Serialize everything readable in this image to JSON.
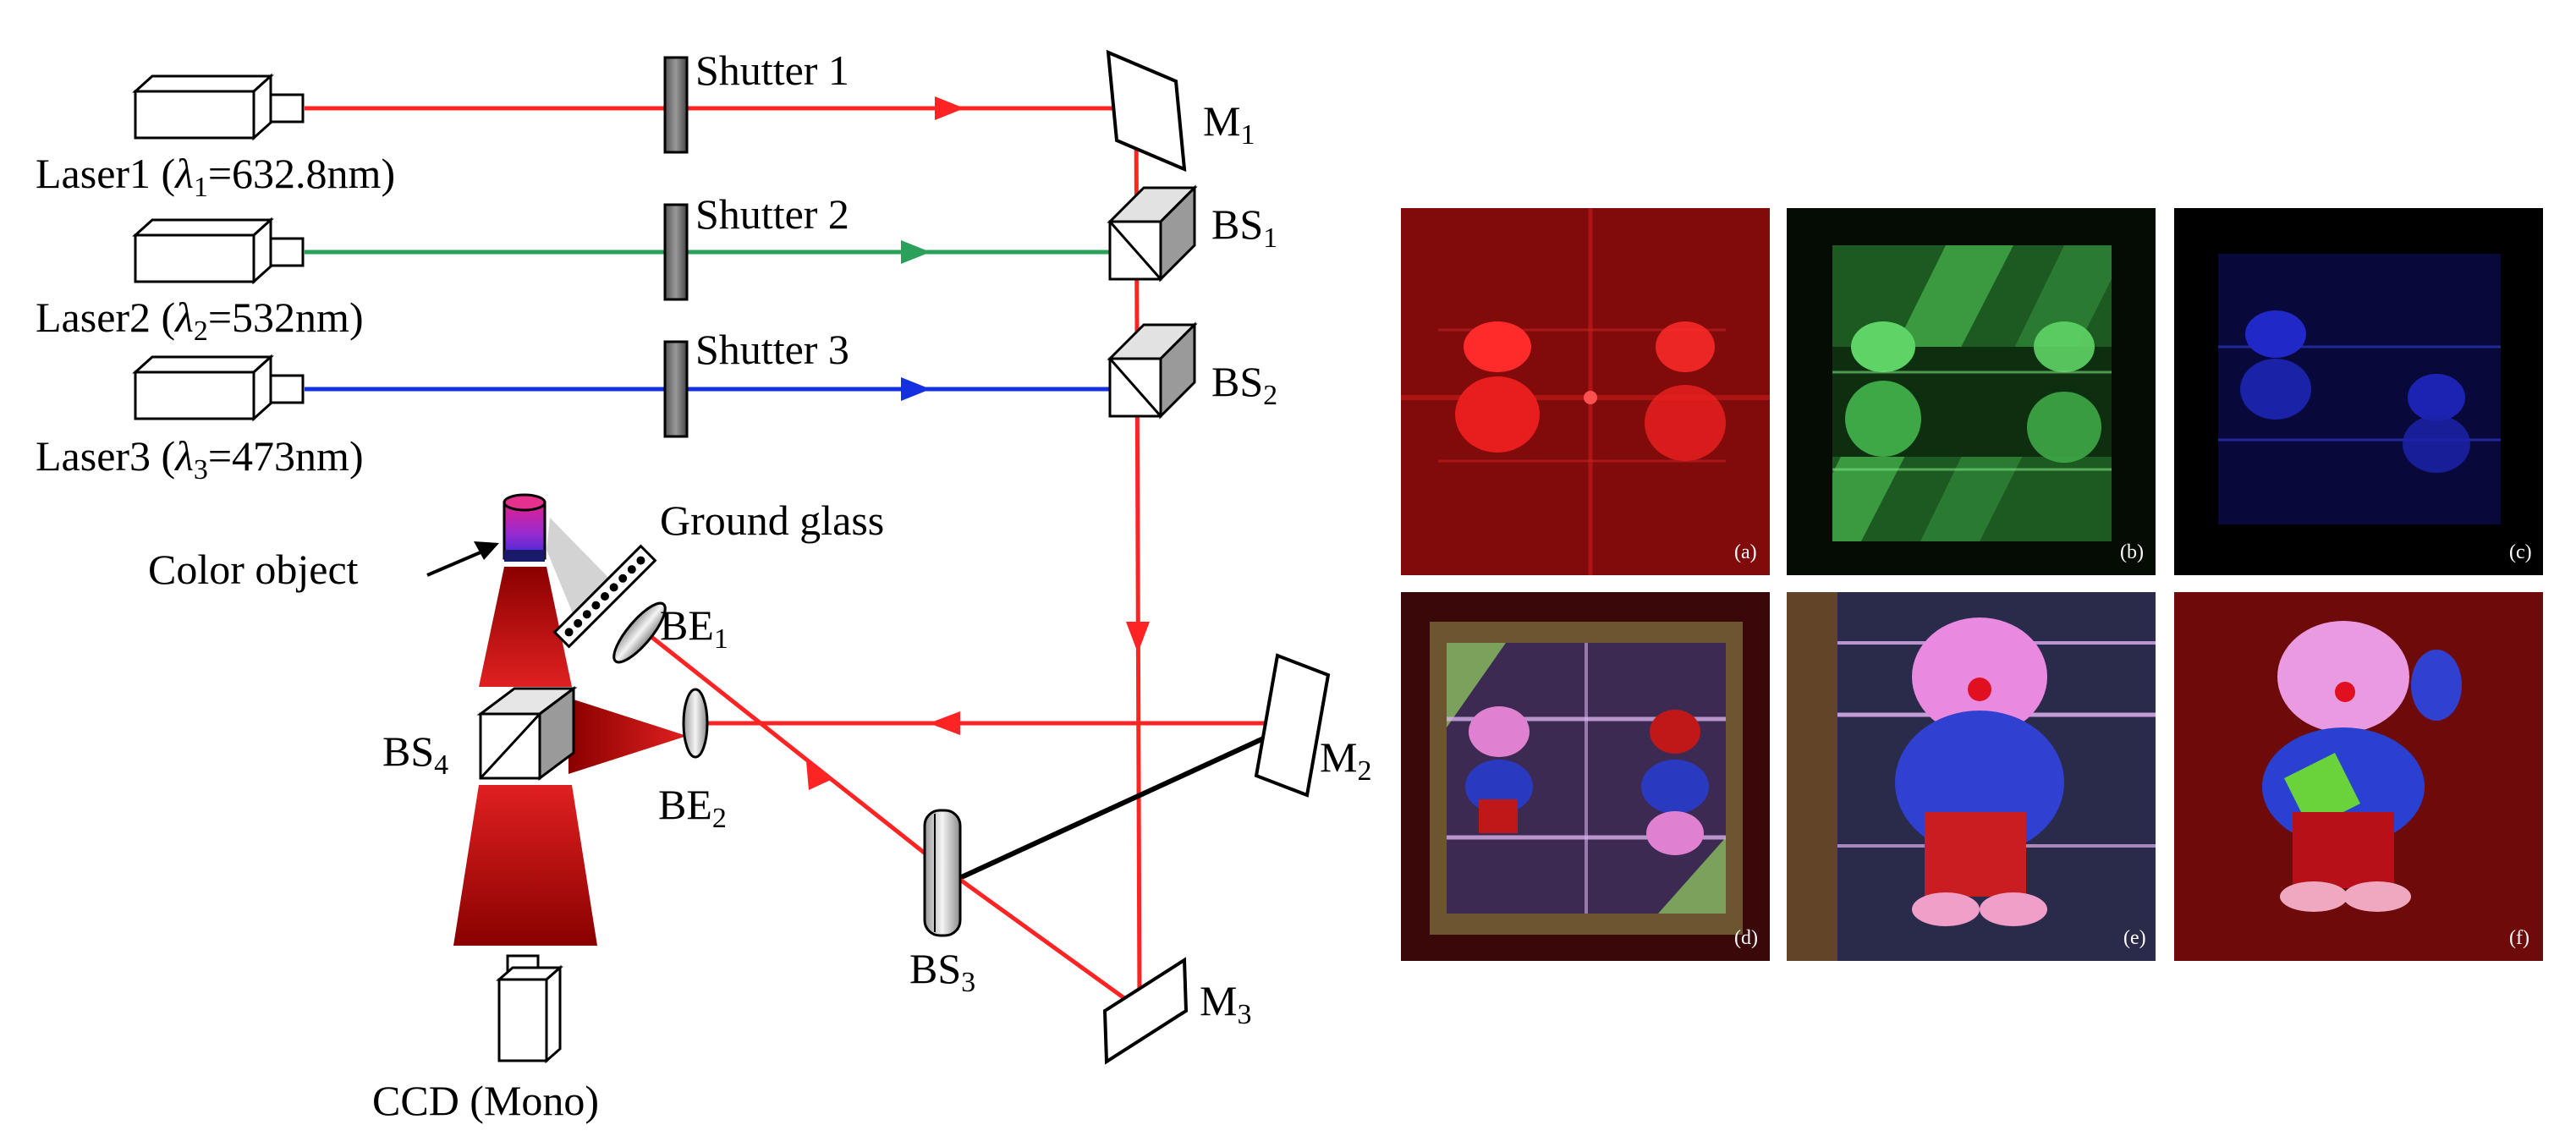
{
  "setup": {
    "lasers": [
      {
        "name": "Laser1",
        "lambda_sub": "1",
        "value": "=632.8nm",
        "beam_color": "#ff2424"
      },
      {
        "name": "Laser2",
        "lambda_sub": "2",
        "value": "=532nm",
        "beam_color": "#2aa05a"
      },
      {
        "name": "Laser3",
        "lambda_sub": "3",
        "value": "=473nm",
        "beam_color": "#1530e0"
      }
    ],
    "shutters": [
      "Shutter 1",
      "Shutter 2",
      "Shutter 3"
    ],
    "mirrors": [
      {
        "main": "M",
        "sub": "1"
      },
      {
        "main": "M",
        "sub": "2"
      },
      {
        "main": "M",
        "sub": "3"
      }
    ],
    "beam_splitters": [
      {
        "main": "BS",
        "sub": "1"
      },
      {
        "main": "BS",
        "sub": "2"
      },
      {
        "main": "BS",
        "sub": "3"
      },
      {
        "main": "BS",
        "sub": "4"
      }
    ],
    "beam_expanders": [
      {
        "main": "BE",
        "sub": "1"
      },
      {
        "main": "BE",
        "sub": "2"
      }
    ],
    "ground_glass": "Ground glass",
    "color_object": "Color object",
    "ccd": "CCD (Mono)"
  },
  "panels": [
    {
      "label": "(a)",
      "tint": "#8a0c0c"
    },
    {
      "label": "(b)",
      "tint": "#2c8a34"
    },
    {
      "label": "(c)",
      "tint": "#101a6e"
    },
    {
      "label": "(d)",
      "tint": "#5a1a1a"
    },
    {
      "label": "(e)",
      "tint": "#3a2a4a"
    },
    {
      "label": "(f)",
      "tint": "#7a0e0e"
    }
  ]
}
